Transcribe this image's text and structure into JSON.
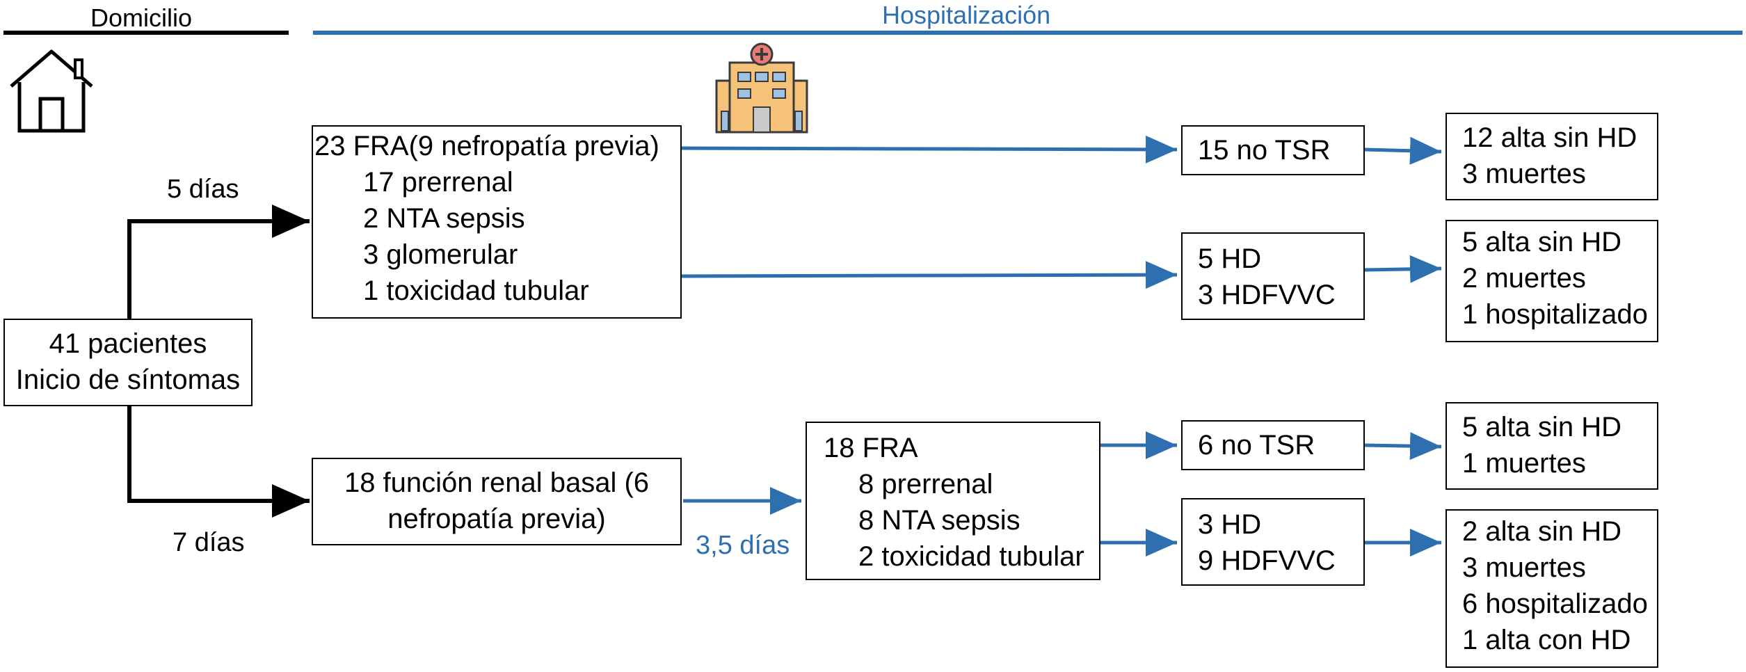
{
  "header": {
    "left": "Domicilio",
    "right": "Hospitalización"
  },
  "colors": {
    "blue": "#2e6fb0",
    "black": "#000000"
  },
  "icons": {
    "home": "house-icon",
    "hospital": "hospital-icon"
  },
  "start": {
    "line1": "41 pacientes",
    "line2": "Inicio de síntomas"
  },
  "labels": {
    "upper_days": "5 días",
    "lower_days": "7 días",
    "blue_days": "3,5 días"
  },
  "fra_upper": {
    "title": "23 FRA(9 nefropatía previa)",
    "items": [
      "17 prerrenal",
      "2 NTA sepsis",
      "3 glomerular",
      "1 toxicidad tubular"
    ]
  },
  "basal": {
    "text": "18 función renal basal (6 nefropatía previa)",
    "line1": "18 función renal basal (6",
    "line2": "nefropatía previa)"
  },
  "fra_lower": {
    "title": "18 FRA",
    "items": [
      "8 prerrenal",
      "8 NTA sepsis",
      "2 toxicidad tubular"
    ]
  },
  "upper_no_tsr": {
    "line1": "15 no TSR"
  },
  "upper_outcome1": {
    "lines": [
      "12 alta sin HD",
      "3 muertes"
    ]
  },
  "upper_hd": {
    "lines": [
      "5 HD",
      "3 HDFVVC"
    ]
  },
  "upper_outcome2": {
    "lines": [
      "5 alta sin HD",
      "2 muertes",
      "1 hospitalizado"
    ]
  },
  "lower_no_tsr": {
    "line1": "6 no TSR"
  },
  "lower_outcome1": {
    "lines": [
      "5 alta sin HD",
      "1 muertes"
    ]
  },
  "lower_hd": {
    "lines": [
      "3 HD",
      "9 HDFVVC"
    ]
  },
  "lower_outcome2": {
    "lines": [
      "2 alta sin HD",
      "3 muertes",
      "6 hospitalizado",
      "1 alta con HD"
    ]
  }
}
